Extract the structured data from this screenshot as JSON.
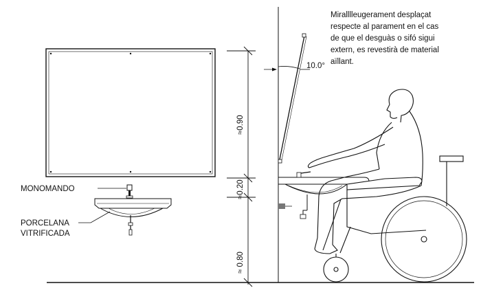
{
  "labels": {
    "monomando": "MONOMANDO",
    "porcelana_line1": "PORCELANA",
    "porcelana_line2": "VITRIFICADA"
  },
  "dimensions": {
    "mirror_height": "≈0.90",
    "counter_gap": "≈0.20",
    "basin_height": "≈ 0.80",
    "tilt_angle": "10.0°"
  },
  "note": {
    "lines": [
      "Miralllleugerament desplaçat",
      "respecte al parament en el cas",
      "de que el desguàs o sifó sigui",
      "extern, es revestirà de material",
      "aïllant."
    ]
  }
}
